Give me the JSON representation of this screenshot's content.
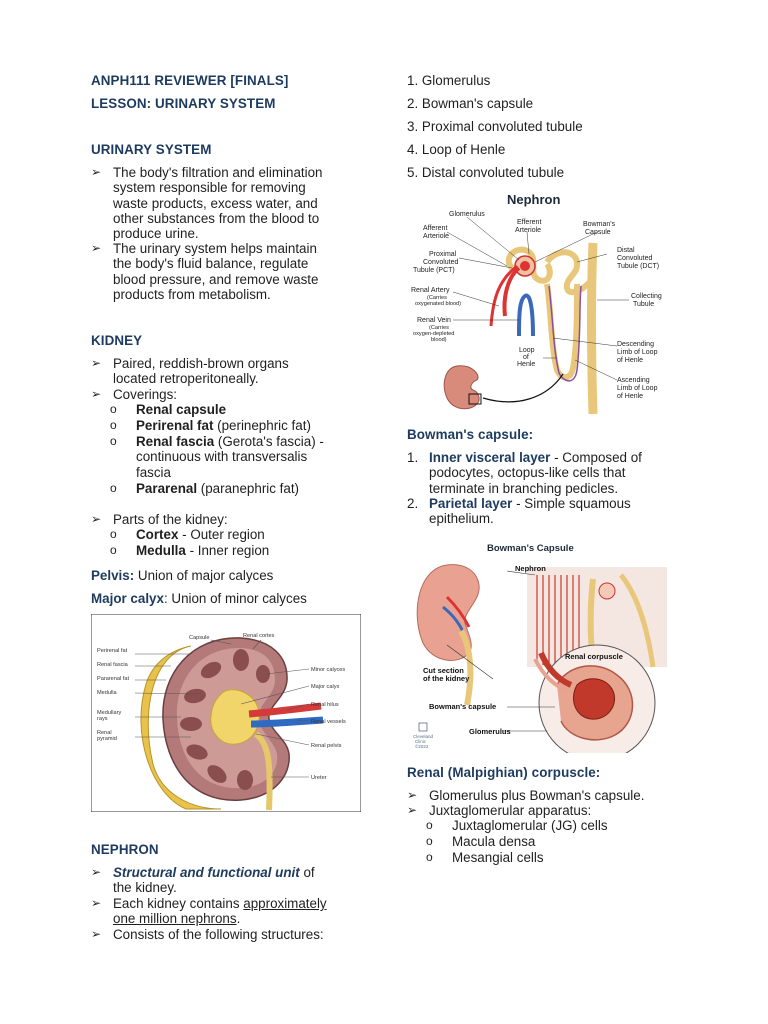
{
  "left": {
    "title": "ANPH111 REVIEWER [FINALS]",
    "lesson": "LESSON: URINARY SYSTEM",
    "urinary_heading": "URINARY SYSTEM",
    "urinary_bullets": [
      [
        "The body's filtration and elimination",
        "system responsible for removing",
        "waste products, excess water, and",
        "other substances from the blood to",
        "produce urine."
      ],
      [
        "The urinary system helps maintain",
        "the body's fluid balance, regulate",
        "blood pressure, and remove waste",
        "products from metabolism."
      ]
    ],
    "kidney_heading": "KIDNEY",
    "kidney_b1": [
      "Paired, reddish-brown organs",
      "located retroperitoneally."
    ],
    "kidney_b2": "Coverings:",
    "coverings": {
      "c1_bold": "Renal capsule",
      "c2_bold": "Perirenal fat",
      "c2_rest": " (perinephric fat)",
      "c3_bold": "Renal fascia",
      "c3_rest": " (Gerota's fascia) -",
      "c3_l2": "continuous with transversalis",
      "c3_l3": "fascia",
      "c4_bold": "Pararenal",
      "c4_rest": " (paranephric fat)"
    },
    "parts_bullet": "Parts of the kidney:",
    "parts": {
      "p1_bold": "Cortex",
      "p1_rest": " - Outer region",
      "p2_bold": "Medulla",
      "p2_rest": " - Inner region"
    },
    "pelvis_bold": "Pelvis:",
    "pelvis_rest": " Union of major calyces",
    "major_bold": "Major calyx",
    "major_rest": ": Union of minor calyces",
    "kidney_fig_labels": {
      "capsule": "Capsule",
      "renal_cortex": "Renal cortex",
      "perirenal_fat": "Perirenal fat",
      "renal_fascia": "Renal fascia",
      "pararenal_fat": "Pararenal fat",
      "medulla": "Medulla",
      "medullary_rays_1": "Medullary",
      "medullary_rays_2": "rays",
      "renal_pyramid_1": "Renal",
      "renal_pyramid_2": "pyramid",
      "minor_calyces": "Minor calyces",
      "major_calyx": "Major calyx",
      "renal_hilus": "Renal hilus",
      "renal_vessels": "Renal vessels",
      "renal_pelvis": "Renal pelvis",
      "ureter": "Ureter"
    },
    "nephron_heading": "NEPHRON",
    "nephron_b1_bi": "Structural and functional unit",
    "nephron_b1_rest": " of",
    "nephron_b1_l2": "the kidney.",
    "nephron_b2_pre": "Each kidney contains ",
    "nephron_b2_u1": "approximately",
    "nephron_b2_u2": "one million nephrons",
    "nephron_b2_post": ".",
    "nephron_b3": "Consists of the following structures:"
  },
  "right": {
    "list": [
      "1. Glomerulus",
      "2. Bowman's capsule",
      "3. Proximal convoluted tubule",
      "4. Loop of Henle",
      "5. Distal convoluted tubule"
    ],
    "nephron_fig": {
      "title": "Nephron",
      "glomerulus": "Glomerulus",
      "afferent_1": "Afferent",
      "afferent_2": "Arteriole",
      "efferent_1": "Efferent",
      "efferent_2": "Arteriole",
      "bowmans_1": "Bowman's",
      "bowmans_2": "Capsule",
      "pct_1": "Proximal",
      "pct_2": "Convoluted",
      "pct_3": "Tubule (PCT)",
      "dct_1": "Distal",
      "dct_2": "Convoluted",
      "dct_3": "Tubule (DCT)",
      "artery_1": "Renal Artery",
      "artery_2": "(Carries",
      "artery_3": "oxygenated blood)",
      "collecting_1": "Collecting",
      "collecting_2": "Tubule",
      "vein_1": "Renal Vein",
      "vein_2": "(Carries",
      "vein_3": "oxygen-depleted",
      "vein_4": "blood)",
      "desc_1": "Descending",
      "desc_2": "Limb of Loop",
      "desc_3": "of Henle",
      "loop_1": "Loop",
      "loop_2": "of",
      "loop_3": "Henle",
      "asc_1": "Ascending",
      "asc_2": "Limb of Loop",
      "asc_3": "of Henle"
    },
    "bowman_heading": "Bowman's capsule:",
    "bowman_items": {
      "i1_num": "1.",
      "i1_bold": "Inner visceral layer",
      "i1_rest": " - Composed of",
      "i1_l2": "podocytes, octopus-like cells that",
      "i1_l3": "terminate in branching pedicles.",
      "i2_num": "2.",
      "i2_bold": "Parietal layer",
      "i2_rest": " - Simple squamous",
      "i2_l2": "epithelium."
    },
    "bowman_fig": {
      "title": "Bowman's Capsule",
      "nephron": "Nephron",
      "renal_corpuscle": "Renal corpuscle",
      "cut_1": "Cut section",
      "cut_2": "of the kidney",
      "bowmans": "Bowman's capsule",
      "glomerulus": "Glomerulus",
      "clinic_1": "Cleveland",
      "clinic_2": "Clinic",
      "clinic_3": "©2022"
    },
    "corpuscle_heading": "Renal (Malpighian) corpuscle:",
    "corpuscle_b1": "Glomerulus plus Bowman's capsule.",
    "corpuscle_b2": "Juxtaglomerular apparatus:",
    "jga": [
      "Juxtaglomerular (JG) cells",
      "Macula densa",
      "Mesangial cells"
    ]
  },
  "colors": {
    "heading": "#1d3a5f",
    "text": "#1f1f1f"
  },
  "icons": {
    "bullet": "arrowhead-bullet",
    "sub_bullet": "hollow-circle-bullet"
  }
}
